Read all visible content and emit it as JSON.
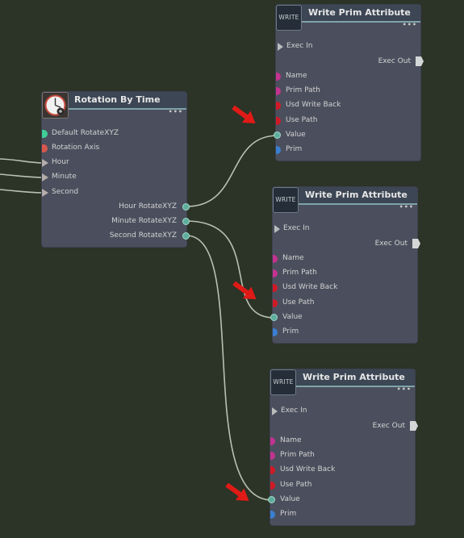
{
  "rotation_node": {
    "title": "Rotation By Time",
    "inputs": [
      "Default RotateXYZ",
      "Rotation Axis",
      "Hour",
      "Minute",
      "Second"
    ],
    "outputs": [
      "Hour RotateXYZ",
      "Minute RotateXYZ",
      "Second RotateXYZ"
    ],
    "menu": "•••"
  },
  "write_nodes": [
    {
      "badge": "WRITE",
      "title": "Write Prim Attribute",
      "menu": "•••",
      "exec_in": "Exec In",
      "exec_out": "Exec Out",
      "inputs": [
        "Name",
        "Prim Path",
        "Usd Write Back",
        "Use Path",
        "Value",
        "Prim"
      ]
    },
    {
      "badge": "WRITE",
      "title": "Write Prim Attribute",
      "menu": "•••",
      "exec_in": "Exec In",
      "exec_out": "Exec Out",
      "inputs": [
        "Name",
        "Prim Path",
        "Usd Write Back",
        "Use Path",
        "Value",
        "Prim"
      ]
    },
    {
      "badge": "WRITE",
      "title": "Write Prim Attribute",
      "menu": "•••",
      "exec_in": "Exec In",
      "exec_out": "Exec Out",
      "inputs": [
        "Name",
        "Prim Path",
        "Usd Write Back",
        "Use Path",
        "Value",
        "Prim"
      ]
    }
  ],
  "colors": {
    "canvas": "#2c3327",
    "node_body": "#4b4f5d",
    "node_header": "#3c4654",
    "header_accent": "#7fa3a8",
    "wire": "#b8c2b0",
    "pin_name": "#c2338f",
    "pin_path": "#c2338f",
    "pin_bool": "#d11a25",
    "pin_value": "#5fae9d",
    "pin_prim": "#3a7fd0",
    "arrow": "#e01a16"
  }
}
